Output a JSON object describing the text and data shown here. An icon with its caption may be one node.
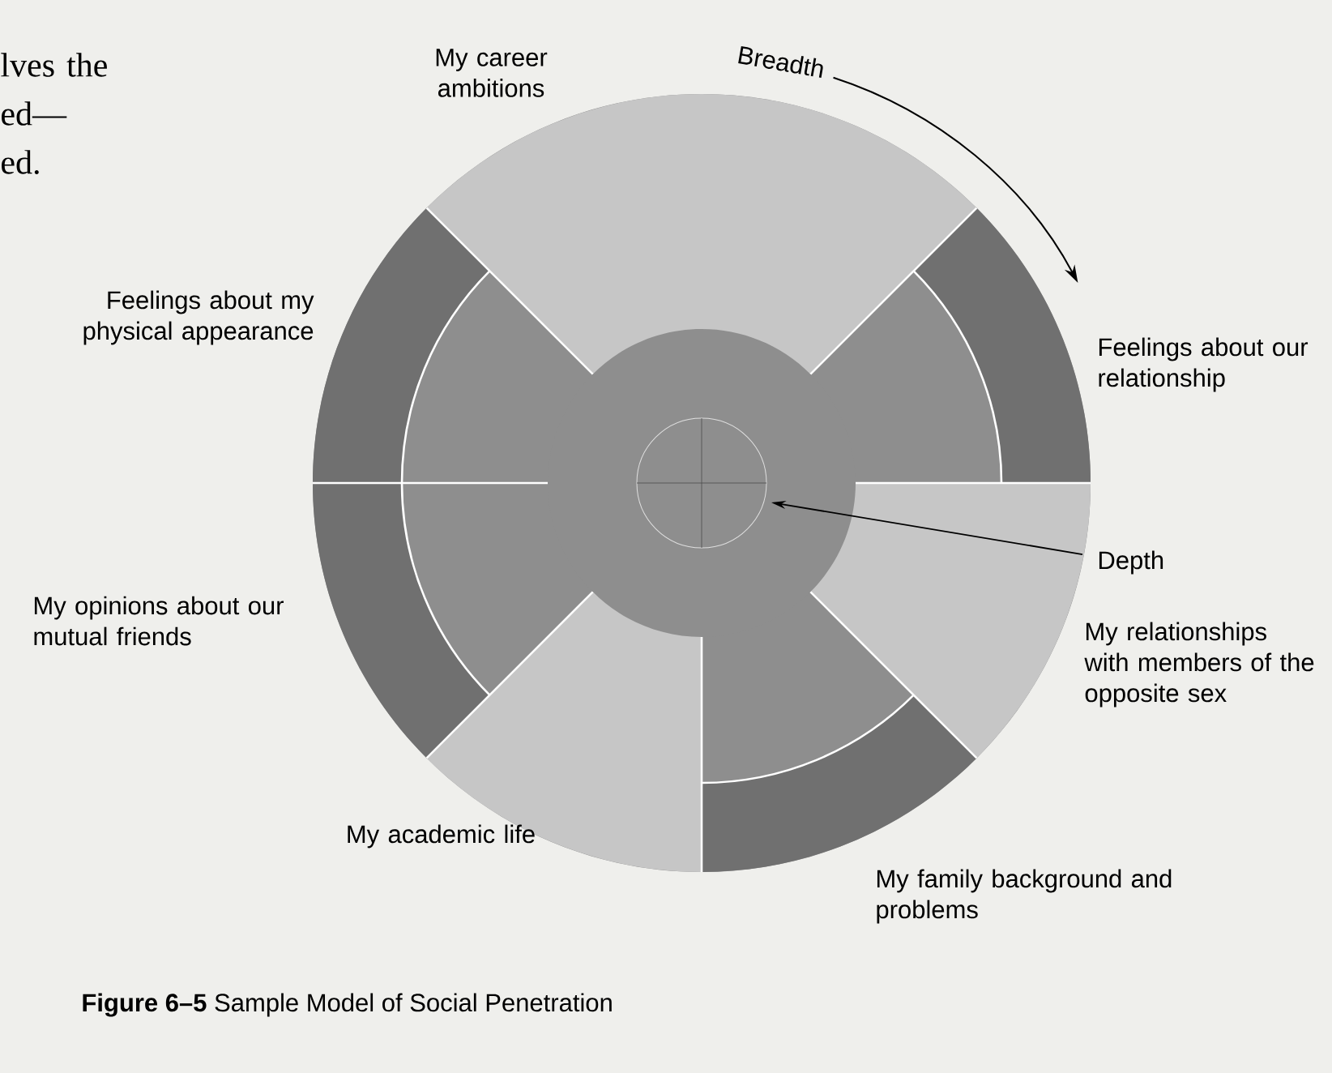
{
  "diagram": {
    "caption": "**Figure 6–5** Sample Model of Social Penetration",
    "labels": [
      "lves the",
      "My career ambitions",
      "Breadth",
      "ed—",
      "ed.",
      "Feelings about my physical appearance",
      "Feelings about our relationship",
      "Depth",
      "My opinions about our mutual friends",
      "My relationships with members of the opposite sex",
      "My academic life",
      "My family background and problems"
    ]
  }
}
